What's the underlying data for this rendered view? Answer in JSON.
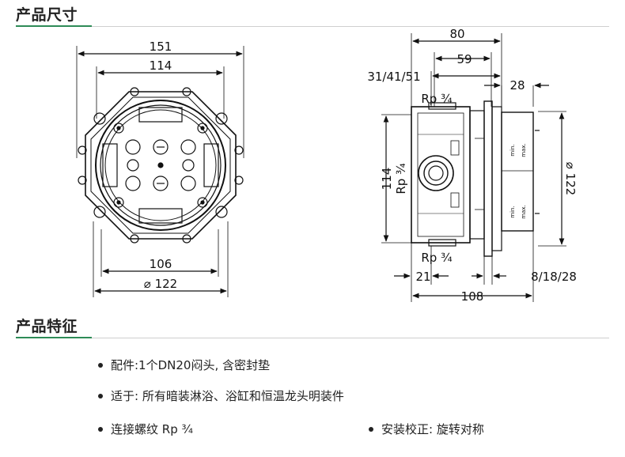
{
  "sections": {
    "dimensions_title": "产品尺寸",
    "features_title": "产品特征"
  },
  "front_view": {
    "dim_151": "151",
    "dim_114": "114",
    "dim_106": "106",
    "dim_122": "⌀ 122"
  },
  "side_view": {
    "dim_80": "80",
    "dim_59": "59",
    "dim_31_41_51": "31/41/51",
    "dim_28": "28",
    "dim_114": "114",
    "rp_left": "Rp ¾",
    "rp_top": "Rp ¾",
    "rp_bottom": "Rp ¾",
    "dim_122": "⌀ 122",
    "dim_21": "21",
    "dim_8_18_28": "8/18/28",
    "dim_108": "108",
    "label_min": "min.",
    "label_max": "max."
  },
  "features": [
    "配件:1个DN20闷头, 含密封垫",
    "适于: 所有暗装淋浴、浴缸和恒温龙头明装件",
    "连接螺纹 Rp ¾",
    "安装校正: 旋转对称"
  ]
}
